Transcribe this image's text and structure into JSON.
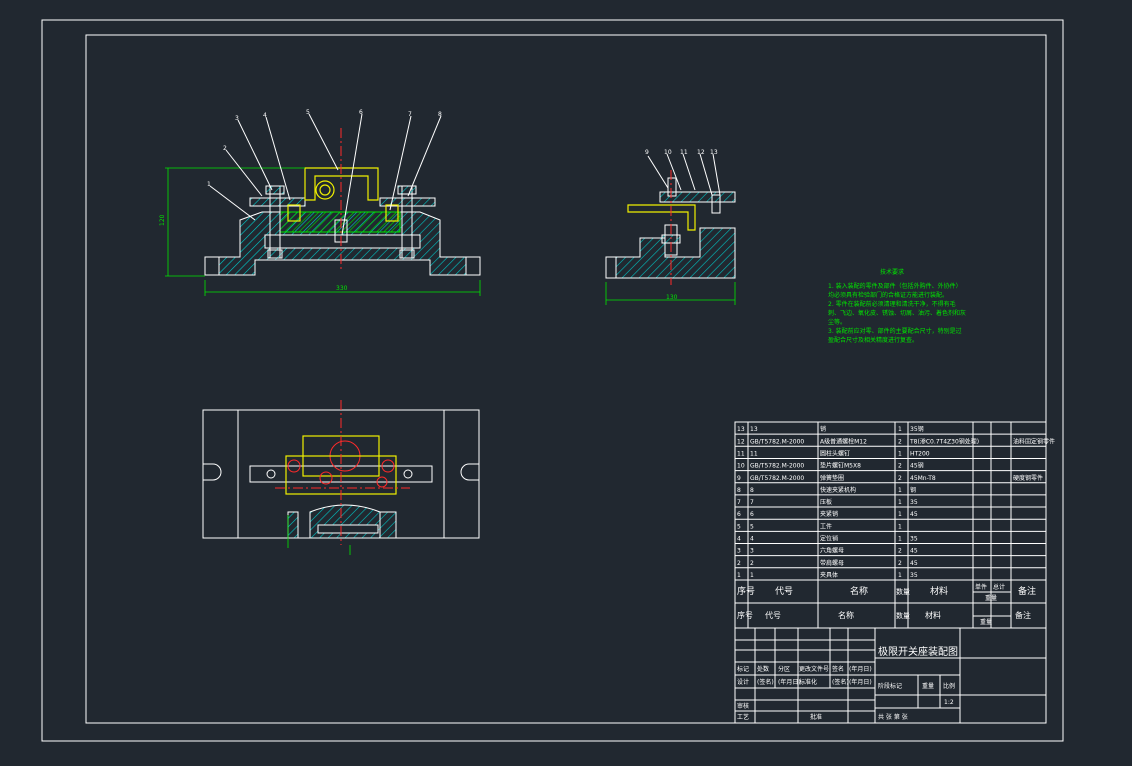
{
  "dims": {
    "front_height": "120",
    "front_width": "330",
    "side_width": "130"
  },
  "balloons_front": [
    "1",
    "2",
    "3",
    "4",
    "5",
    "6",
    "7",
    "8"
  ],
  "balloons_side": [
    "9",
    "10",
    "11",
    "12",
    "13"
  ],
  "tech_notes": {
    "title": "技术要求",
    "lines": [
      "1. 装入装配的零件及部件（包括外购件、外协件）",
      "   均必须具有检验部门的合格证方能进行装配。",
      "2. 零件在装配前必须清理和清洗干净，不得有毛",
      "   刺、飞边、氧化皮、锈蚀、切屑、油污、着色剂和灰",
      "   尘等。",
      "3. 装配前应对零、部件的主要配合尺寸，特别是过",
      "   盈配合尺寸及相关精度进行复查。"
    ]
  },
  "bom": {
    "rows": [
      {
        "no": "13",
        "code": "13",
        "name": "销",
        "qty": "1",
        "mat": "35钢",
        "note": ""
      },
      {
        "no": "12",
        "code": "GB/T5782.M-2000",
        "name": "A级普通螺栓M12",
        "qty": "2",
        "mat": "T8(渗C0.7T4Z30钢处理)",
        "note": "油料固定钢零件"
      },
      {
        "no": "11",
        "code": "11",
        "name": "圆柱头螺钉",
        "qty": "1",
        "mat": "HT200",
        "note": ""
      },
      {
        "no": "10",
        "code": "GB/T5782.M-2000",
        "name": "垫片螺钉M5X8",
        "qty": "2",
        "mat": "45钢",
        "note": ""
      },
      {
        "no": "9",
        "code": "GB/T5782.M-2000",
        "name": "弹簧垫圈",
        "qty": "2",
        "mat": "45Mn-T8",
        "note": "硬度钢零件"
      },
      {
        "no": "8",
        "code": "8",
        "name": "快速夹紧机构",
        "qty": "1",
        "mat": "钢",
        "note": ""
      },
      {
        "no": "7",
        "code": "7",
        "name": "压板",
        "qty": "1",
        "mat": "35",
        "note": ""
      },
      {
        "no": "6",
        "code": "6",
        "name": "夹紧销",
        "qty": "1",
        "mat": "45",
        "note": ""
      },
      {
        "no": "5",
        "code": "5",
        "name": "工件",
        "qty": "1",
        "mat": "",
        "note": ""
      },
      {
        "no": "4",
        "code": "4",
        "name": "定位销",
        "qty": "1",
        "mat": "35",
        "note": ""
      },
      {
        "no": "3",
        "code": "3",
        "name": "六角螺母",
        "qty": "2",
        "mat": "45",
        "note": ""
      },
      {
        "no": "2",
        "code": "2",
        "name": "带肩螺母",
        "qty": "2",
        "mat": "45",
        "note": ""
      },
      {
        "no": "1",
        "code": "1",
        "name": "夹具体",
        "qty": "1",
        "mat": "35",
        "note": ""
      }
    ],
    "header": {
      "no": "序号",
      "code": "代号",
      "name": "名称",
      "qty": "数量",
      "mat": "材料",
      "unit": "单件",
      "total": "总计",
      "weight": "重量",
      "note": "备注"
    },
    "header2": {
      "no": "序号",
      "code": "代号",
      "name": "名称",
      "qty": "数量",
      "mat": "材料",
      "weight": "重量",
      "note": "备注"
    }
  },
  "title_block": {
    "drawing_title": "极限开关座装配图",
    "row_labels": [
      "标记",
      "处数",
      "分区",
      "更改文件号",
      "签名",
      "(年月日)"
    ],
    "design_labels": [
      "设计",
      "(签名)",
      "(年月日)",
      "标准化",
      "(签名)",
      "(年月日)"
    ],
    "stage_labels": [
      "阶段标记",
      "重量",
      "比例"
    ],
    "scale": "1:2",
    "review": "审核",
    "process": "工艺",
    "approve": "批准",
    "sheets": "共 张 第 张"
  }
}
